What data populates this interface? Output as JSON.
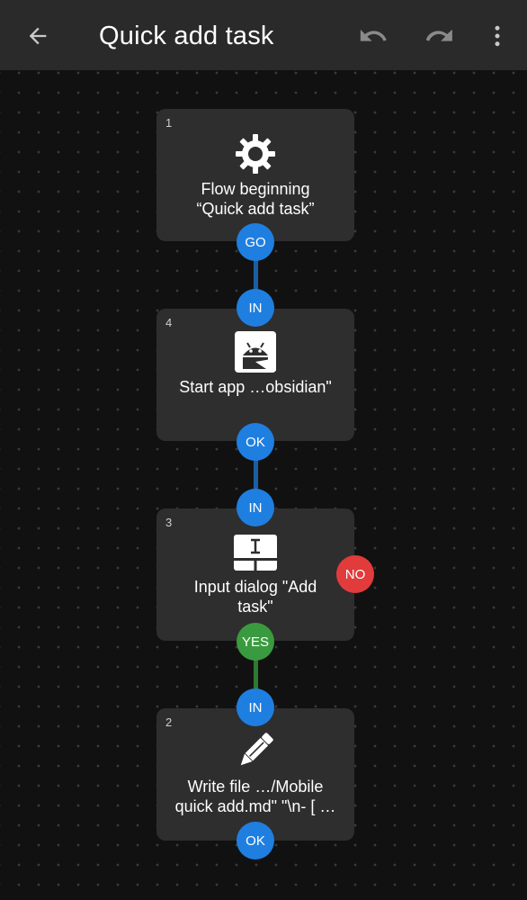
{
  "header": {
    "title": "Quick add task",
    "back_icon": "back-arrow-icon",
    "undo_icon": "undo-icon",
    "redo_icon": "redo-icon",
    "menu_icon": "more-vert-icon"
  },
  "colors": {
    "port_blue": "#1f7fe0",
    "port_green": "#3a9a3f",
    "port_red": "#e23b3b",
    "connector_blue": "#1c5ea3",
    "connector_green": "#2f7a33",
    "card_bg": "#2e2e2e",
    "toolbar_bg": "#2a2a2a"
  },
  "nodes": [
    {
      "number": "1",
      "icon": "gear-icon",
      "label": "Flow beginning\n“Quick add task”",
      "ports": {
        "out": "GO"
      }
    },
    {
      "number": "4",
      "icon": "android-icon",
      "label": "Start app …obsidian\"",
      "ports": {
        "in": "IN",
        "out": "OK"
      }
    },
    {
      "number": "3",
      "icon": "input-dialog-icon",
      "label": "Input dialog \"Add\ntask\"",
      "ports": {
        "in": "IN",
        "yes": "YES",
        "no": "NO"
      }
    },
    {
      "number": "2",
      "icon": "pencil-icon",
      "label": "Write file …/Mobile\nquick add.md\" \"\\n- [ …",
      "ports": {
        "in": "IN",
        "out": "OK"
      }
    }
  ]
}
